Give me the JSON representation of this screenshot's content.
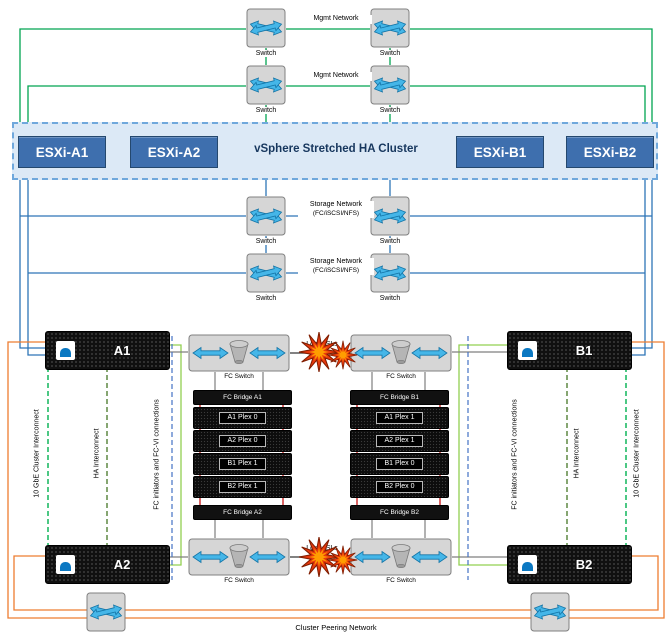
{
  "banner": {
    "title": "vSphere Stretched HA Cluster"
  },
  "hosts": [
    {
      "label": "ESXi-A1"
    },
    {
      "label": "ESXi-A2"
    },
    {
      "label": "ESXi-B1"
    },
    {
      "label": "ESXi-B2"
    }
  ],
  "labels": {
    "switch": "Switch",
    "mgmt_network": "Mgmt Network",
    "storage_network_line1": "Storage Network",
    "storage_network_line2": "(FC/iSCSI/NFS)",
    "fc_switch": "FC Switch",
    "long_isls": "Long ISLs",
    "cluster_peering": "Cluster Peering Network",
    "cluster_interconnect": "10 GbE Cluster Interconnect",
    "ha_interconnect": "HA Interconnect",
    "fc_initiators": "FC initiators and FC-VI connections"
  },
  "controllers": [
    {
      "id": "A1"
    },
    {
      "id": "B1"
    },
    {
      "id": "A2"
    },
    {
      "id": "B2"
    }
  ],
  "bridges": [
    {
      "label": "FC Bridge A1"
    },
    {
      "label": "FC Bridge B1"
    },
    {
      "label": "FC Bridge A2"
    },
    {
      "label": "FC Bridge B2"
    }
  ],
  "shelves": {
    "left": [
      {
        "label": "A1 Plex 0"
      },
      {
        "label": "A2 Plex 0"
      },
      {
        "label": "B1 Plex 1"
      },
      {
        "label": "B2 Plex 1"
      }
    ],
    "right": [
      {
        "label": "A1 Plex 1"
      },
      {
        "label": "A2 Plex 1"
      },
      {
        "label": "B1 Plex 0"
      },
      {
        "label": "B2 Plex 0"
      }
    ]
  },
  "colors": {
    "esxi_blue": "#3e6fae",
    "banner_blue": "#dce9f6",
    "banner_border": "#6fa8dc",
    "mgmt_green": "#00a550",
    "storage_blue": "#2e75b6",
    "peering_orange": "#ed7d31",
    "cluster_interconnect_green": "#00b050",
    "ha_interconnect_green": "#538135",
    "shelf_chain_red": "#c00000",
    "fcvi_dashed_blue": "#4472c4",
    "fabric_light_green": "#92d050",
    "burst_red": "#e8380d",
    "switch_arrow_blue": "#45b6e8"
  }
}
